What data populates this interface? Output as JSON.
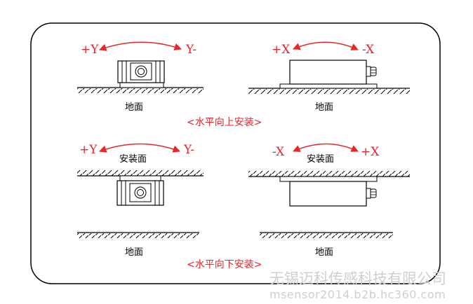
{
  "top_left": {
    "left_dir": "+Y",
    "right_dir": "Y-",
    "ground": "地面"
  },
  "top_right": {
    "left_dir": "+X",
    "right_dir": "-X",
    "ground": "地面"
  },
  "caption_top": "<水平向上安装>",
  "bottom_left": {
    "left_dir": "+Y",
    "right_dir": "Y-",
    "mount_face": "安装面",
    "ground": "地面"
  },
  "bottom_right": {
    "left_dir": "-X",
    "right_dir": "+X",
    "mount_face": "安装面",
    "ground": "地面"
  },
  "caption_bottom": "<水平向下安装>",
  "watermark": {
    "line1": "无锡迈科传感科技有限公司",
    "line2": "msensor2014.b2b.hc360.com"
  },
  "colors": {
    "label": "#e8262a",
    "line": "#000000",
    "watermark": "#cfcfcf"
  }
}
